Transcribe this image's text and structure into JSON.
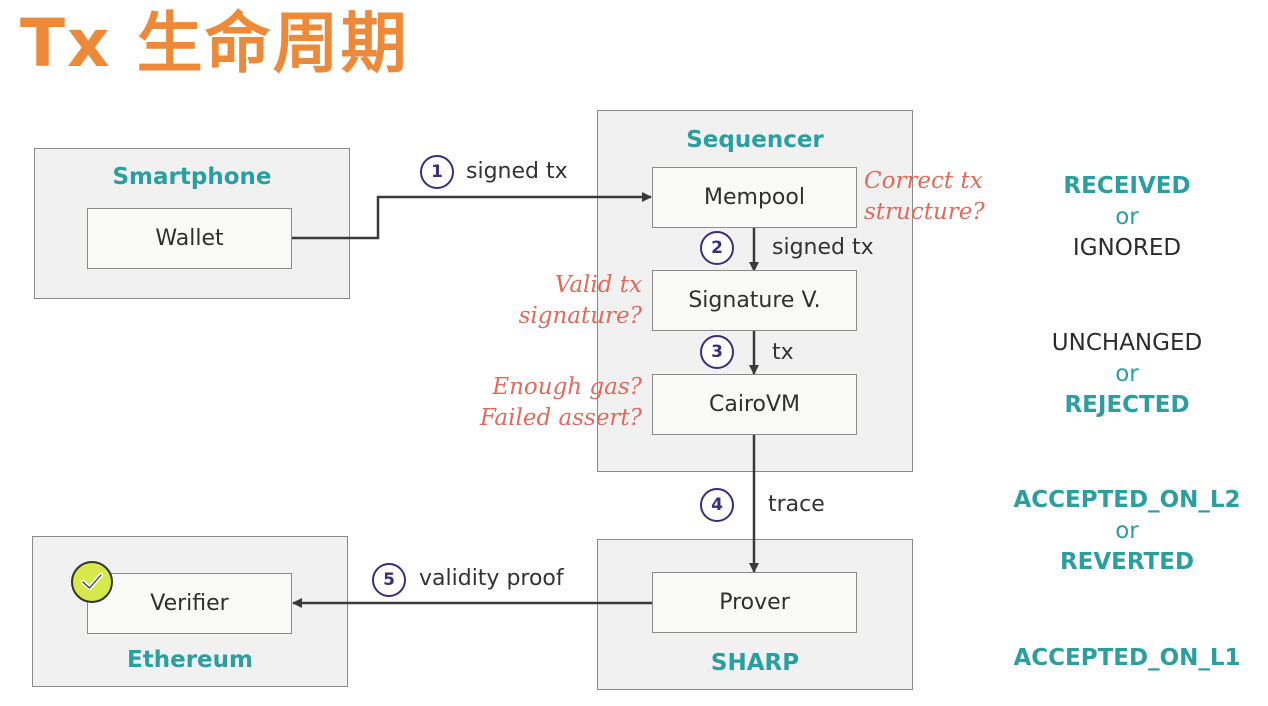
{
  "title": "Tx 生命周期",
  "colors": {
    "title": "#ec8a3a",
    "container_title": "#2b9ea0",
    "note": "#e06a5c",
    "status_highlight": "#2b9ea0",
    "step_ring": "#3a2d7a",
    "check_fill": "#d6e84a"
  },
  "containers": {
    "smartphone": {
      "title": "Smartphone"
    },
    "sequencer": {
      "title": "Sequencer"
    },
    "ethereum": {
      "title": "Ethereum"
    },
    "sharp": {
      "title": "SHARP"
    }
  },
  "components": {
    "wallet": "Wallet",
    "mempool": "Mempool",
    "signature": "Signature V.",
    "cairovm": "CairoVM",
    "prover": "Prover",
    "verifier": "Verifier"
  },
  "steps": [
    {
      "num": "1",
      "label": "signed tx"
    },
    {
      "num": "2",
      "label": "signed tx"
    },
    {
      "num": "3",
      "label": "tx"
    },
    {
      "num": "4",
      "label": "trace"
    },
    {
      "num": "5",
      "label": "validity proof"
    }
  ],
  "notes": {
    "mempool_line1": "Correct tx",
    "mempool_line2": "structure?",
    "signature_line1": "Valid tx",
    "signature_line2": "signature?",
    "cairovm_line1": "Enough gas?",
    "cairovm_line2": "Failed assert?"
  },
  "statuses": [
    {
      "first": "RECEIVED",
      "or": "or",
      "second": "IGNORED"
    },
    {
      "first": "UNCHANGED",
      "or": "or",
      "second": "REJECTED"
    },
    {
      "first": "ACCEPTED_ON_L2",
      "or": "or",
      "second": "REVERTED"
    },
    {
      "first": "ACCEPTED_ON_L1"
    }
  ],
  "icons": {
    "verifier_badge": "check-circle-icon"
  }
}
